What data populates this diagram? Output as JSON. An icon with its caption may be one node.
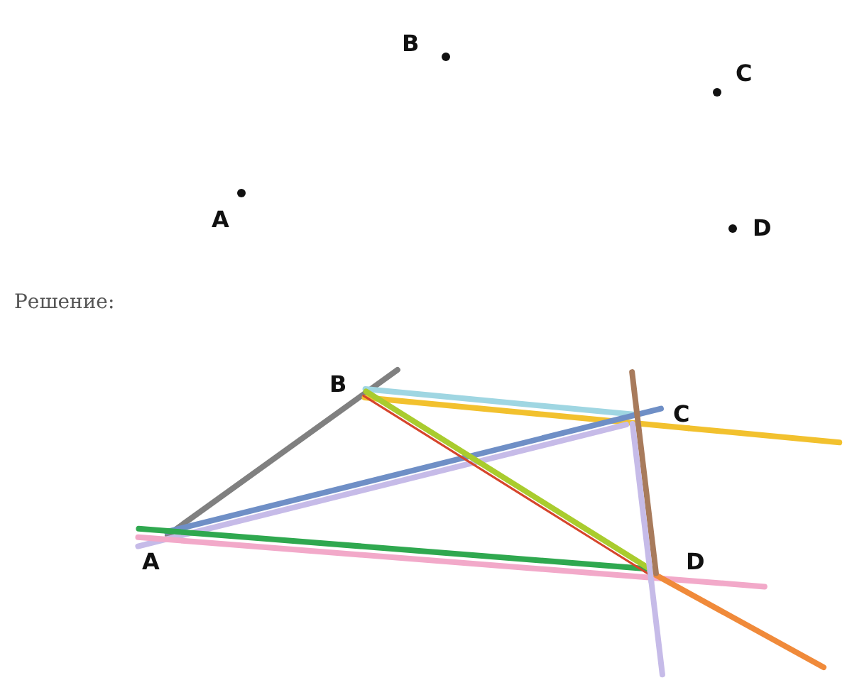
{
  "diagram": {
    "nodes": [
      {
        "text": [
          "A"
        ]
      },
      {
        "text": [
          "B"
        ]
      },
      {
        "text": [
          "C"
        ]
      },
      {
        "text": [
          "D"
        ]
      },
      {
        "text": [
          "A"
        ]
      },
      {
        "text": [
          "B"
        ]
      },
      {
        "text": [
          "C"
        ]
      },
      {
        "text": [
          "D"
        ]
      }
    ],
    "edges": [
      {
        "from": 4,
        "to": 5,
        "arrow": "none",
        "color": "#808080"
      },
      {
        "from": 5,
        "to": 6,
        "arrow": "none",
        "color": "#9fd6e2"
      },
      {
        "from": 5,
        "to": 6,
        "arrow": "none",
        "color": "#f2c12e"
      },
      {
        "from": 4,
        "to": 6,
        "arrow": "none",
        "color": "#6f8fc6"
      },
      {
        "from": 4,
        "to": 6,
        "arrow": "none",
        "color": "#c6bbe8"
      },
      {
        "from": 4,
        "to": 7,
        "arrow": "none",
        "color": "#2fa84f"
      },
      {
        "from": 4,
        "to": 7,
        "arrow": "none",
        "color": "#f2a9c9"
      },
      {
        "from": 5,
        "to": 7,
        "arrow": "none",
        "color": "#a9cc2e"
      },
      {
        "from": 5,
        "to": 7,
        "arrow": "none",
        "color": "#d6452c"
      },
      {
        "from": 7,
        "to": null,
        "arrow": "none",
        "color": "#f08a3a"
      },
      {
        "from": 6,
        "to": 7,
        "arrow": "none",
        "color": "#a87b5c"
      },
      {
        "from": 6,
        "to": 7,
        "arrow": "none",
        "color": "#c6bbe8"
      }
    ],
    "labels": [
      "Решение:"
    ]
  }
}
